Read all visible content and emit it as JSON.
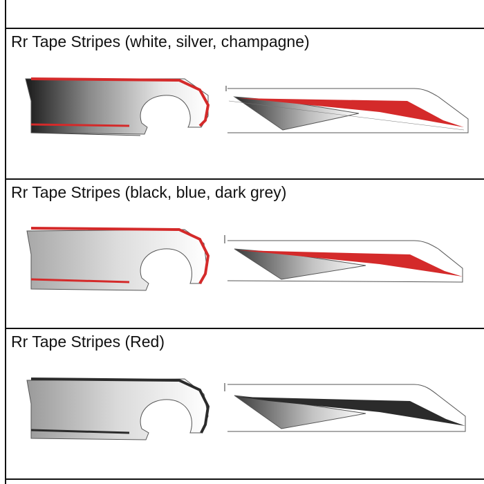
{
  "sections": [
    {
      "title": "Rr Tape Stripes (white, silver, champagne)",
      "stripe_color": "#d42a2a"
    },
    {
      "title": "Rr Tape Stripes (black, blue, dark grey)",
      "stripe_color": "#d42a2a"
    },
    {
      "title": "Rr Tape Stripes (Red)",
      "stripe_color": "#2b2b2b"
    }
  ]
}
